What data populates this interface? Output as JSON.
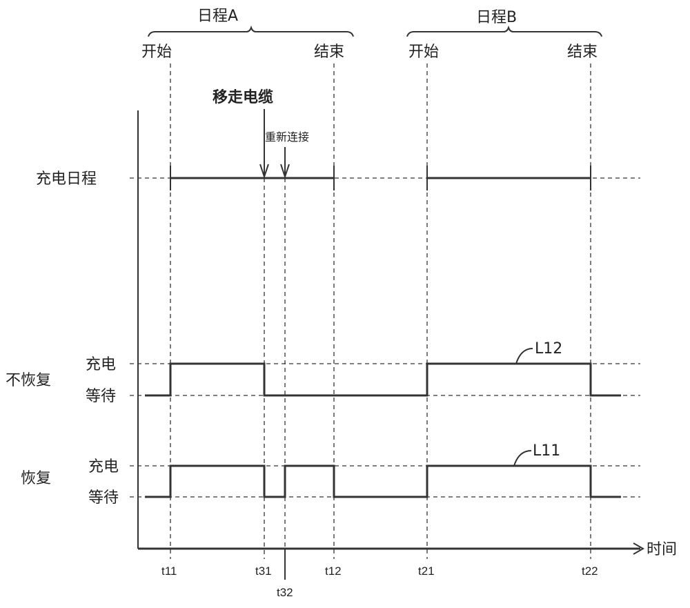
{
  "schedules": [
    {
      "label": "日程A",
      "start_label": "开始",
      "end_label": "结束"
    },
    {
      "label": "日程B",
      "start_label": "开始",
      "end_label": "结束"
    }
  ],
  "events": {
    "remove_cable": "移走电缆",
    "reconnect": "重新连接"
  },
  "rows": {
    "schedule": "充电日程",
    "no_resume": {
      "label": "不恢复",
      "high": "充电",
      "low": "等待",
      "line": "L12"
    },
    "resume": {
      "label": "恢复",
      "high": "充电",
      "low": "等待",
      "line": "L11"
    }
  },
  "axis": {
    "x_label": "时间"
  },
  "ticks": {
    "t11": "t11",
    "t31": "t31",
    "t32": "t32",
    "t12": "t12",
    "t21": "t21",
    "t22": "t22"
  }
}
